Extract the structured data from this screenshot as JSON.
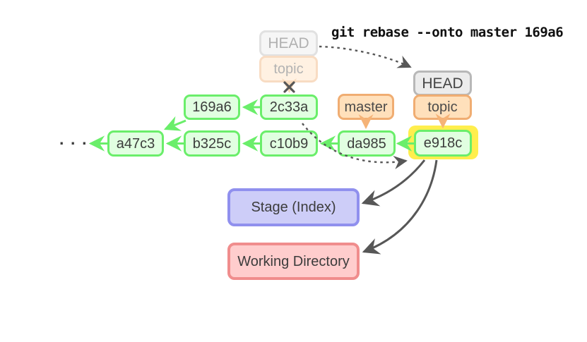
{
  "command": "git rebase --onto master 169a6",
  "graph": {
    "ellipsis": "· · ·",
    "commits": {
      "169a6": "169a6",
      "2c33a": "2c33a",
      "a47c3": "a47c3",
      "b325c": "b325c",
      "c10b9": "c10b9",
      "da985": "da985",
      "e918c": "e918c"
    },
    "refs": {
      "old_head": "HEAD",
      "old_topic": "topic",
      "new_head": "HEAD",
      "new_topic": "topic",
      "master": "master"
    }
  },
  "areas": {
    "stage": "Stage (Index)",
    "working_directory": "Working Directory"
  },
  "colors": {
    "commit_border": "#6aee6a",
    "commit_fill": "#e1ffe1",
    "ref_border": "#f0ad72",
    "ref_fill": "#ffe0bb",
    "ref_arrow": "#f5b377",
    "ref_arrow_faded": "#f8d9b8",
    "head_border": "#b8b8b8",
    "head_fill": "#ececec",
    "highlight": "#ffee4d",
    "stage_border": "#9090ee",
    "stage_fill": "#cdcdf8",
    "wd_border": "#f08d8d",
    "wd_fill": "#ffcdcd",
    "arrow_dark": "#575757"
  }
}
